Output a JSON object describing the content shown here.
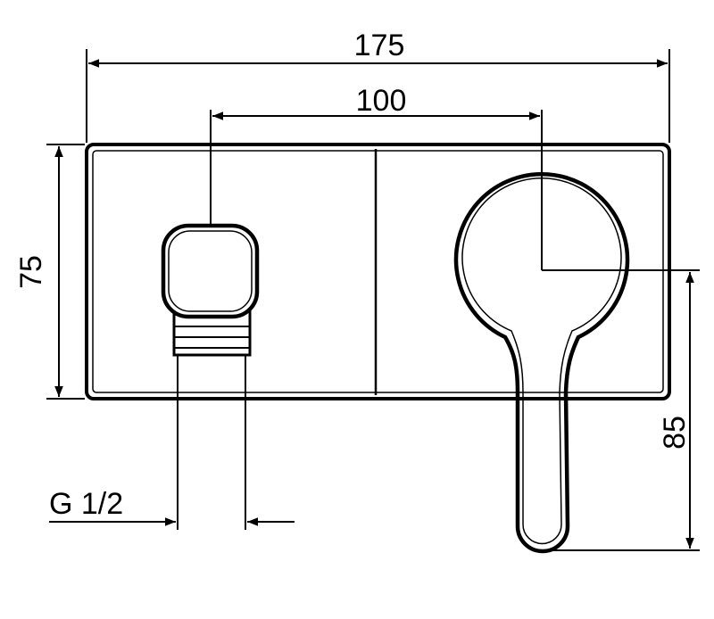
{
  "drawing": {
    "dimensions": {
      "overall_width": "175",
      "handle_spacing": "100",
      "plate_height": "75",
      "handle_drop": "85",
      "connection": "G 1/2"
    },
    "colors": {
      "line": "#000000",
      "background": "#ffffff"
    }
  }
}
